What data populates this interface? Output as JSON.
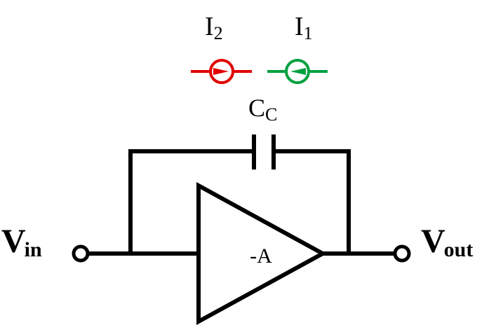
{
  "diagram": {
    "input_label": {
      "main": "V",
      "sub": "in"
    },
    "output_label": {
      "main": "V",
      "sub": "out"
    },
    "amplifier_label": "-A",
    "capacitor_label": {
      "main": "C",
      "sub": "C"
    },
    "current_sources": [
      {
        "main": "I",
        "sub": "2",
        "color": "#e00000",
        "direction": "right"
      },
      {
        "main": "I",
        "sub": "1",
        "color": "#00a040",
        "direction": "left"
      }
    ],
    "wire_color": "#000000"
  }
}
